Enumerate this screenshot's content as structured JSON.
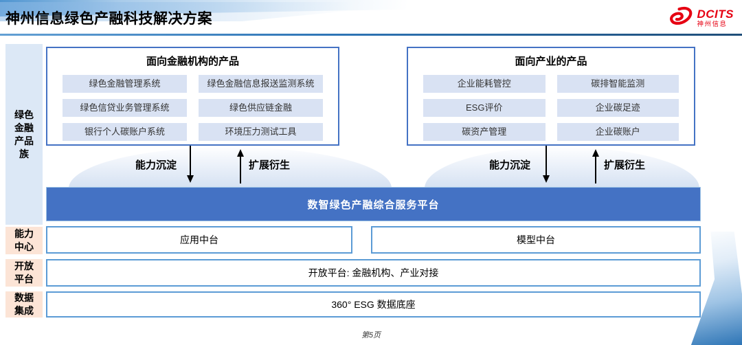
{
  "slide": {
    "title": "神州信息绿色产融科技解决方案",
    "page_footer": "第5页"
  },
  "logo": {
    "brand": "DCITS",
    "company": "神州信息",
    "icon": "dcits-swirl-icon",
    "brand_color": "#E60012"
  },
  "sidebar": {
    "family_label": "绿色\n金融\n产品\n族",
    "capability_label": "能力\n中心",
    "open_label": "开放\n平台",
    "data_label": "数据\n集成"
  },
  "boxes": {
    "financial": {
      "title": "面向金融机构的产品",
      "items": [
        "绿色金融管理系统",
        "绿色金融信息报送监测系统",
        "绿色信贷业务管理系统",
        "绿色供应链金融",
        "银行个人碳账户系统",
        "环境压力测试工具"
      ]
    },
    "industry": {
      "title": "面向产业的产品",
      "items": [
        "企业能耗管控",
        "碳排智能监测",
        "ESG评价",
        "企业碳足迹",
        "碳资产管理",
        "企业碳账户"
      ]
    }
  },
  "flow": {
    "down_label": "能力沉淀",
    "up_label": "扩展衍生"
  },
  "platform": {
    "banner": "数智绿色产融综合服务平台",
    "middle_left": "应用中台",
    "middle_right": "模型中台",
    "open_row": "开放平台: 金融机构、产业对接",
    "data_row": "360° ESG 数据底座"
  },
  "colors": {
    "accent_blue": "#4472C4",
    "row_border_blue": "#5B9BD5",
    "chip_blue": "#D9E2F3",
    "sidebar_blue": "#DCE8F6",
    "label_orange": "#FCE4D6",
    "header_line_blue": "#2E75B6",
    "brand_red": "#E60012"
  }
}
